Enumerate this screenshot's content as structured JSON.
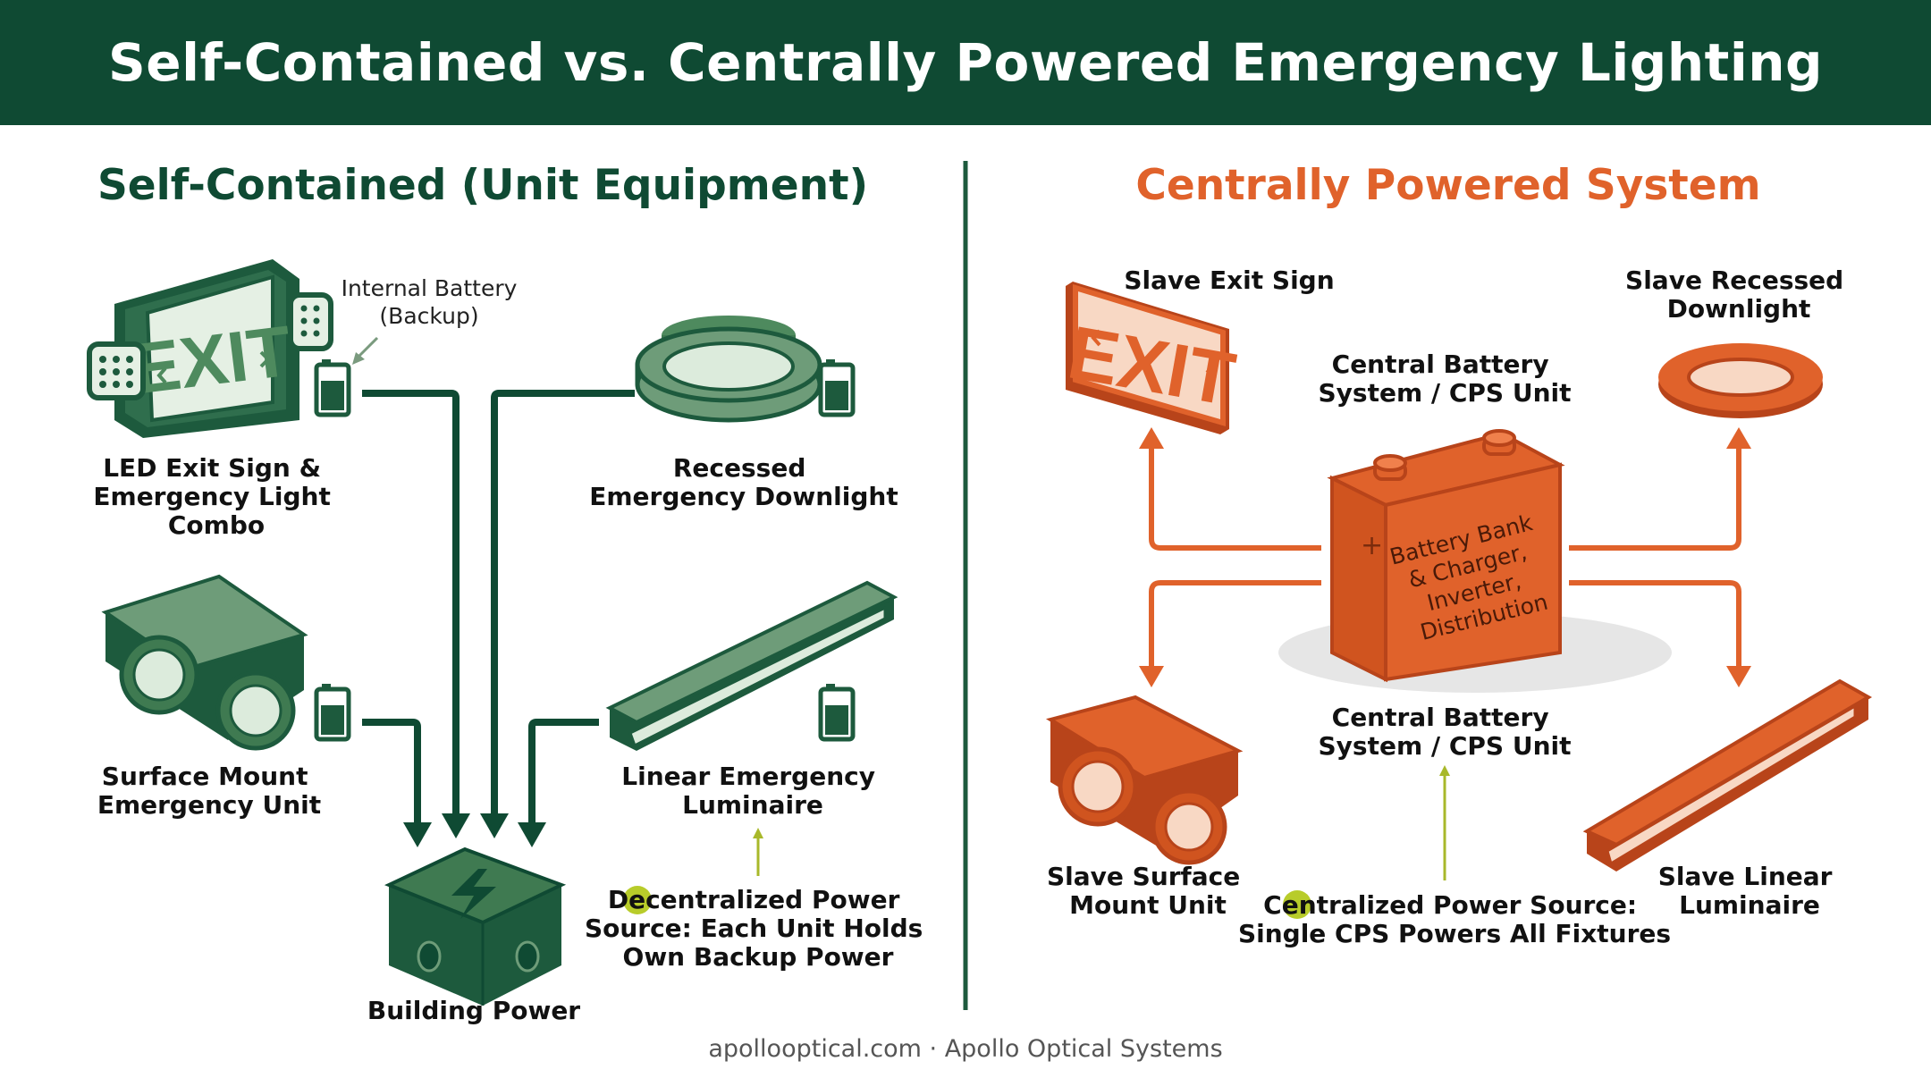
{
  "title": "Self-Contained vs. Centrally Powered Emergency Lighting",
  "left": {
    "heading": "Self-Contained (Unit Equipment)",
    "internal_battery_line1": "Internal Battery",
    "internal_battery_line2": "(Backup)",
    "exit_text": "EXIT",
    "exit_combo": [
      "LED Exit Sign &",
      "Emergency Light",
      "Combo"
    ],
    "downlight": [
      "Recessed",
      "Emergency Downlight"
    ],
    "surface": [
      "Surface Mount",
      "Emergency Unit"
    ],
    "linear": [
      "Linear Emergency",
      "Luminaire"
    ],
    "building_power": "Building Power",
    "note": [
      "Decentralized Power",
      "Source: Each Unit Holds",
      "Own Backup Power"
    ]
  },
  "right": {
    "heading": "Centrally Powered System",
    "exit_label": "Slave Exit Sign",
    "exit_text": "EXIT",
    "downlight": [
      "Slave Recessed",
      "Downlight"
    ],
    "cps_top": [
      "Central Battery",
      "System / CPS Unit"
    ],
    "battery_text": [
      "Battery Bank",
      "& Charger,",
      "Inverter,",
      "Distribution"
    ],
    "cps_bottom": [
      "Central Battery",
      "System / CPS Unit"
    ],
    "surface": [
      "Slave Surface",
      "Mount Unit"
    ],
    "linear": [
      "Slave Linear",
      "Luminaire"
    ],
    "note": [
      "Centralized Power Source:",
      "Single CPS Powers All Fixtures"
    ]
  },
  "footer": "apollooptical.com · Apollo Optical Systems",
  "colors": {
    "header_bg": "#0f4a33",
    "green_dark": "#1d5a3d",
    "green_mid": "#6e9c79",
    "green_light": "#dcebdc",
    "orange": "#e0622b",
    "orange_dark": "#b8441a",
    "note_dot": "#b8cc2a"
  }
}
